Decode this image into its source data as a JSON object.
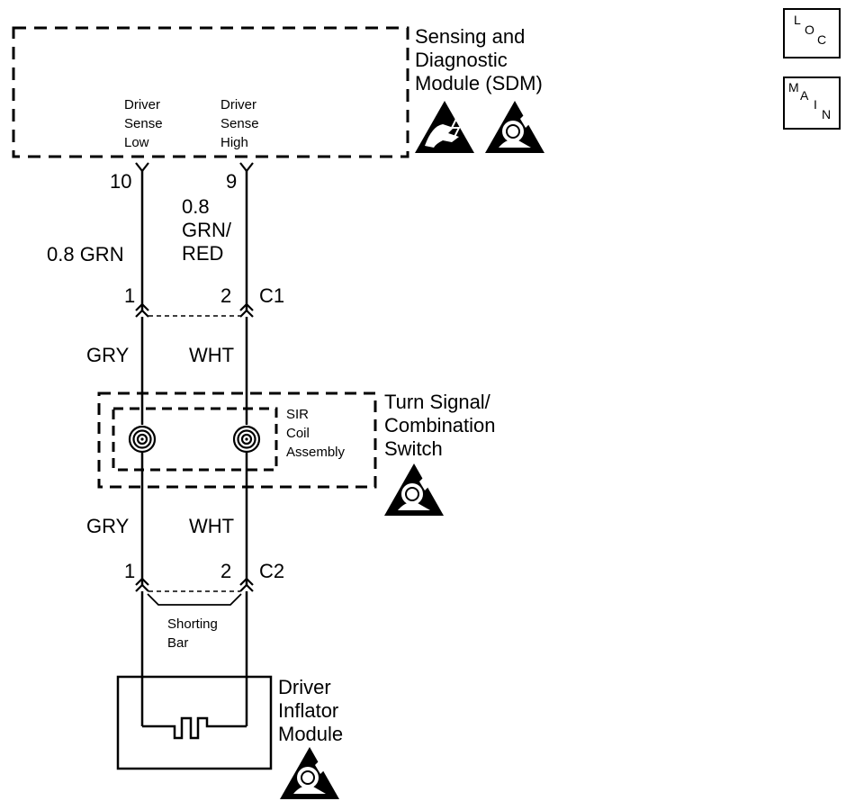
{
  "sdm": {
    "title": "Sensing and\nDiagnostic\nModule (SDM)",
    "pin_low_label": "Driver\nSense\nLow",
    "pin_high_label": "Driver\nSense\nHigh",
    "pin_low_num": "10",
    "pin_high_num": "9"
  },
  "wires_upper": {
    "left": "0.8 GRN",
    "right": "0.8\nGRN/\nRED"
  },
  "c1": {
    "pin_left": "1",
    "pin_right": "2",
    "name": "C1"
  },
  "wires_middle": {
    "left": "GRY",
    "right": "WHT"
  },
  "switch": {
    "title": "Turn Signal/\nCombination\nSwitch",
    "coil_label": "SIR\nCoil\nAssembly"
  },
  "wires_lower": {
    "left": "GRY",
    "right": "WHT"
  },
  "c2": {
    "pin_left": "1",
    "pin_right": "2",
    "name": "C2",
    "shorting_bar": "Shorting\nBar"
  },
  "inflator": {
    "title": "Driver\nInflator\nModule"
  },
  "nav": {
    "loc": {
      "l": "L",
      "o": "O",
      "c": "C"
    },
    "main": {
      "m": "M",
      "a": "A",
      "i": "I",
      "n": "N"
    }
  },
  "icons": [
    "esd-warning-icon",
    "airbag-warning-icon"
  ]
}
